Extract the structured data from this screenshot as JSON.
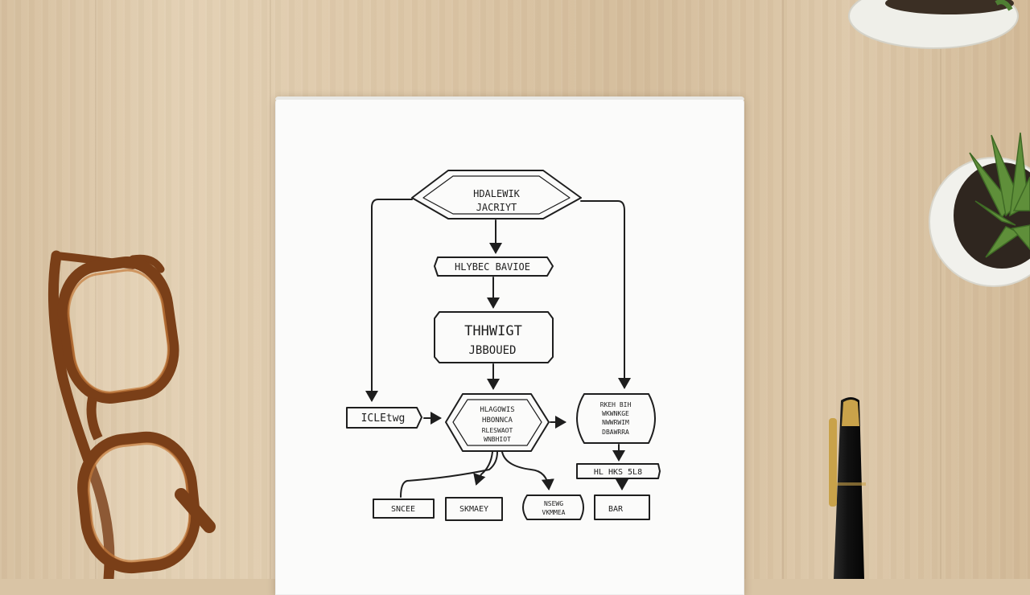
{
  "scene": {
    "colors": {
      "desk": "#dcc6a6",
      "paper": "#fbfbfa",
      "ink": "#1e1e1e",
      "glasses": "#7a3f18",
      "plant": "#5f8f3a",
      "pot": "#f1f1ec",
      "pen": "#161616",
      "pen_trim": "#c9a24a"
    },
    "objects": [
      "notebook",
      "flowchart-sketch",
      "eyeglasses",
      "succulent-pot",
      "pen"
    ]
  },
  "flowchart": {
    "top_hexagon": [
      "HDALEWIK",
      "JACRIYT"
    ],
    "box_2": "HLYBEC BAVIOE",
    "box_3": [
      "THHWIGT",
      "JBBOUED"
    ],
    "left_box": "ICLEtwg",
    "center_hexagon": [
      "HLAGOWIS",
      "HBONNCA",
      "RLESWAOT",
      "WNBHIOT"
    ],
    "right_oval": [
      "RKEH BIH",
      "WKWNKGE",
      "NWWRWIM",
      "DBAWRRA"
    ],
    "right_box": "HL HKS 5L8",
    "bottom_1": "SNCEE",
    "bottom_2": "SKMAEY",
    "bottom_3": [
      "NSEWG",
      "VKMMEA"
    ],
    "bottom_4": "BAR"
  }
}
